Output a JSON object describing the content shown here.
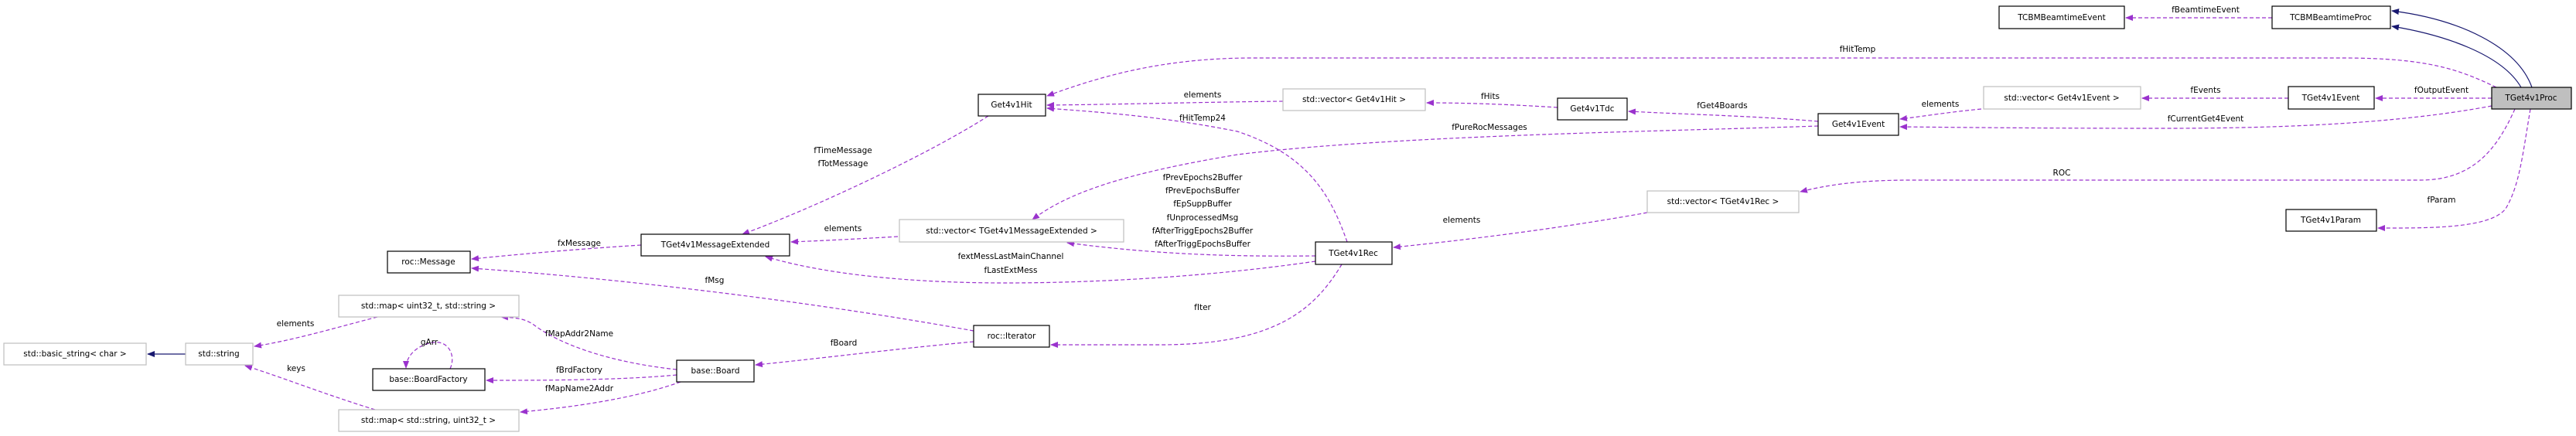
{
  "colors": {
    "usage_edge": "#9a32cd",
    "inheritance_edge": "#191970",
    "focus_node_fill": "#bfbfbf",
    "external_node_border": "#bfbfbf"
  },
  "nodes": {
    "tget4v1proc": "TGet4v1Proc",
    "tcbmbeamtimeproc": "TCBMBeamtimeProc",
    "tcbmbeamtimeevent": "TCBMBeamtimeEvent",
    "tget4v1event": "TGet4v1Event",
    "vector_get4v1event": "std::vector< Get4v1Event >",
    "get4v1event": "Get4v1Event",
    "get4v1tdc": "Get4v1Tdc",
    "vector_get4v1hit": "std::vector< Get4v1Hit >",
    "get4v1hit": "Get4v1Hit",
    "vector_tget4v1rec": "std::vector< TGet4v1Rec >",
    "tget4v1param": "TGet4v1Param",
    "tget4v1rec": "TGet4v1Rec",
    "vector_msgext": "std::vector< TGet4v1MessageExtended >",
    "msgext": "TGet4v1MessageExtended",
    "roc_message": "roc::Message",
    "roc_iterator": "roc::Iterator",
    "base_board": "base::Board",
    "base_boardfactory": "base::BoardFactory",
    "map_uint_string": "std::map< uint32_t, std::string >",
    "map_string_uint": "std::map< std::string, uint32_t >",
    "std_string": "std::string",
    "basic_string": "std::basic_string< char >"
  },
  "edge_labels": {
    "fBeamtimeEvent": "fBeamtimeEvent",
    "fHitTemp": "fHitTemp",
    "fHits": "fHits",
    "fGet4Boards": "fGet4Boards",
    "elements_event": "elements",
    "fEvents": "fEvents",
    "fOutputEvent": "fOutputEvent",
    "fCurrentGet4Event": "fCurrentGet4Event",
    "fPureRocMessages": "fPureRocMessages",
    "ROC": "ROC",
    "fParam": "fParam",
    "elements_rec": "elements",
    "elements_hit": "elements",
    "fHitTemp24": "fHitTemp24",
    "rec_buffers": [
      "fPrevEpochs2Buffer",
      "fPrevEpochsBuffer",
      "fEpSuppBuffer",
      "fUnprocessedMsg",
      "fAfterTriggEpochs2Buffer",
      "fAfterTriggEpochsBuffer"
    ],
    "rec_extmess": [
      "fextMessLastMainChannel",
      "fLastExtMess"
    ],
    "elements_msgext": "elements",
    "hit_messages": [
      "fTimeMessage",
      "fTotMessage"
    ],
    "fxMessage": "fxMessage",
    "fMsg": "fMsg",
    "fIter": "fIter",
    "fBoard": "fBoard",
    "fMapAddr2Name": "fMapAddr2Name",
    "fBrdFactory": "fBrdFactory",
    "fMapName2Addr": "fMapName2Addr",
    "gArr": "gArr",
    "elements_string": "elements",
    "keys": "keys"
  }
}
